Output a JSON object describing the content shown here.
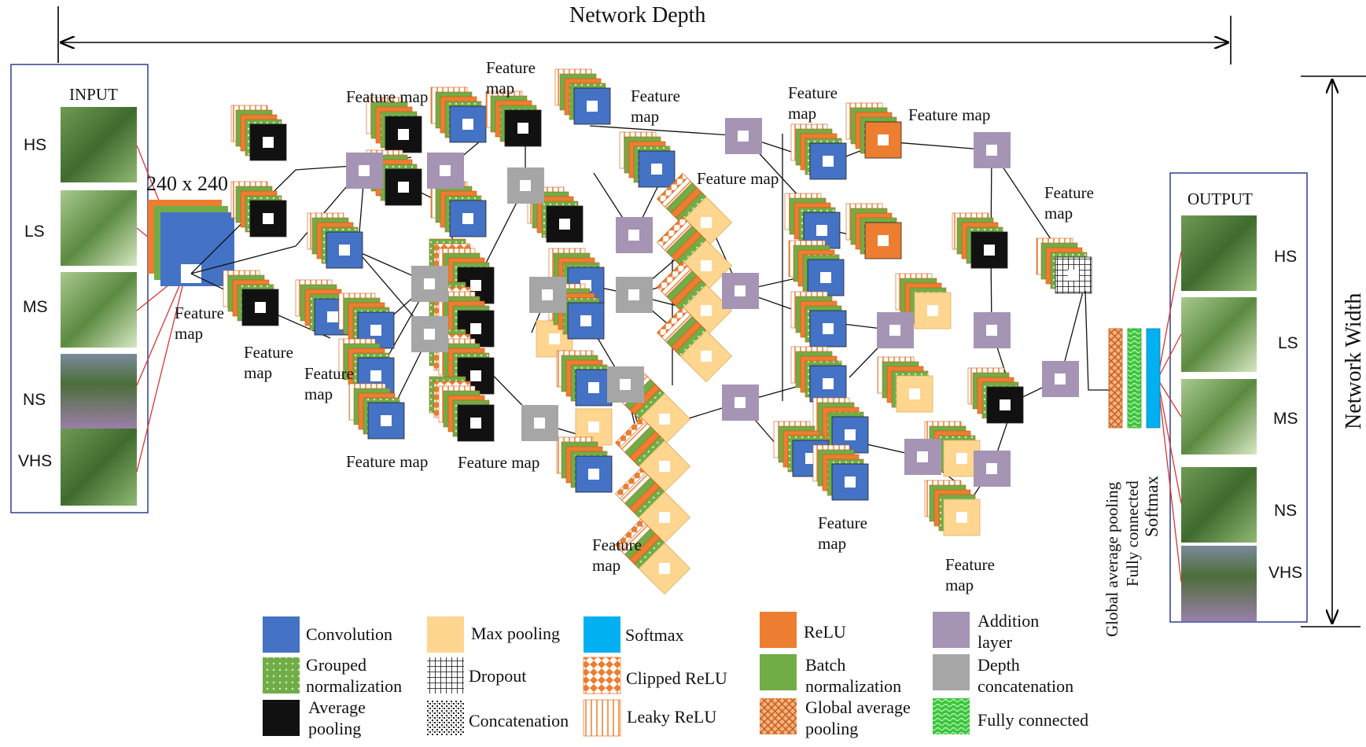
{
  "title": "Network Depth",
  "width_label": "Network Width",
  "input": {
    "title": "INPUT",
    "classes": [
      "HS",
      "LS",
      "MS",
      "NS",
      "VHS"
    ],
    "size_label": "240 x 240"
  },
  "output": {
    "title": "OUTPUT",
    "classes": [
      "HS",
      "LS",
      "MS",
      "NS",
      "VHS"
    ]
  },
  "feature_map_label": "Feature map",
  "feature_map_label_wrapped": "Feature\nmap",
  "final_layers": [
    "Global average pooling",
    "Fully connected",
    "Softmax"
  ],
  "legend": [
    {
      "id": "convolution",
      "label": "Convolution",
      "color": "#4472c4"
    },
    {
      "id": "max-pooling",
      "label": "Max pooling",
      "color": "#ffd690"
    },
    {
      "id": "softmax",
      "label": "Softmax",
      "color": "#00b0f0"
    },
    {
      "id": "relu",
      "label": "ReLU",
      "color": "#ed7d31"
    },
    {
      "id": "addition",
      "label": "Addition\nlayer",
      "color": "#a594b4"
    },
    {
      "id": "grouped-norm",
      "label": "Grouped\nnormalization",
      "color": "#70ad47"
    },
    {
      "id": "dropout",
      "label": "Dropout",
      "color": "#333333"
    },
    {
      "id": "clipped-relu",
      "label": "Clipped ReLU",
      "color": "#ed7d31"
    },
    {
      "id": "batch-norm",
      "label": "Batch\nnormalization",
      "color": "#70ad47"
    },
    {
      "id": "depth-concat",
      "label": "Depth\nconcatenation",
      "color": "#a6a6a6"
    },
    {
      "id": "avg-pooling",
      "label": "Average\npooling",
      "color": "#111111"
    },
    {
      "id": "concatenation",
      "label": "Concatenation",
      "color": "#555555"
    },
    {
      "id": "leaky-relu",
      "label": "Leaky ReLU",
      "color": "#ed7d31"
    },
    {
      "id": "global-avg-pool",
      "label": "Global average\npooling",
      "color": "#ed7d31"
    },
    {
      "id": "fully-connected",
      "label": "Fully connected",
      "color": "#3dc63d"
    }
  ]
}
